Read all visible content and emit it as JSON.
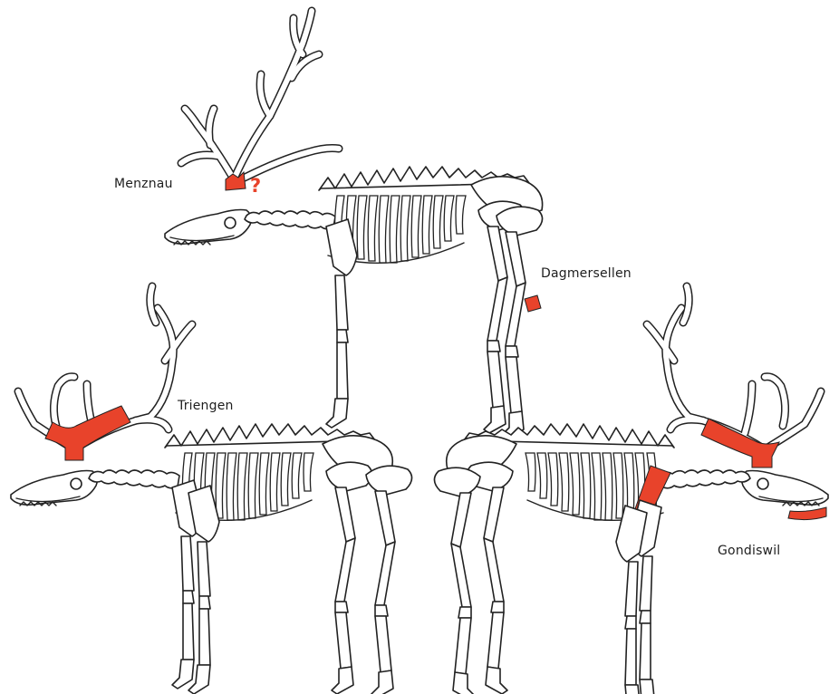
{
  "labels": {
    "menznau": "Menznau",
    "dagmersellen": "Dagmersellen",
    "triengen": "Triengen",
    "gondiswil": "Gondiswil",
    "uncertain_mark": "?"
  },
  "colors": {
    "highlight": "#e8432b",
    "outline": "#222222",
    "background": "#ffffff"
  },
  "skeletons": [
    {
      "site": "Menznau",
      "highlighted_part": "antler base",
      "facing": "left"
    },
    {
      "site": "Dagmersellen",
      "highlighted_part": "hind leg metatarsal",
      "facing": "left"
    },
    {
      "site": "Triengen",
      "highlighted_part": "antler beams",
      "facing": "left"
    },
    {
      "site": "Gondiswil",
      "highlighted_part": "antler beams, scapula and mandible",
      "facing": "right"
    }
  ]
}
